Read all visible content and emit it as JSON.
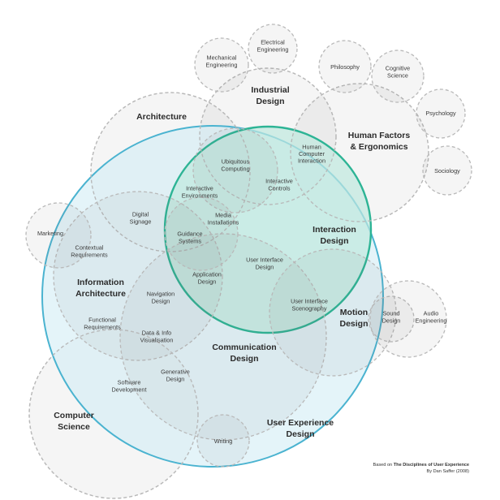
{
  "colors": {
    "ux_stroke": "#4ab3d0",
    "ux_fill": "#cdebf4",
    "ixd_stroke": "#2db495",
    "ixd_fill": "#bfe8de",
    "dashed_stroke": "#b9b9b9"
  },
  "labels": {
    "mechanical": [
      "Mechanical",
      "Engineering"
    ],
    "electrical": [
      "Electrical",
      "Engineering"
    ],
    "philosophy": [
      "Philosophy"
    ],
    "cognitive": [
      "Cognitive",
      "Science"
    ],
    "psychology": [
      "Psychology"
    ],
    "sociology": [
      "Sociology"
    ],
    "industrial": [
      "Industrial",
      "Design"
    ],
    "architecture": [
      "Architecture"
    ],
    "human_factors": [
      "Human Factors",
      "& Ergonomics"
    ],
    "hci": [
      "Human",
      "Computer",
      "Interaction"
    ],
    "ubiquitous": [
      "Ubiquitous",
      "Computing"
    ],
    "interactive_controls": [
      "Interactive",
      "Controls"
    ],
    "interactive_env": [
      "Interactive",
      "Environments"
    ],
    "marketing": [
      "Marketing"
    ],
    "digital_signage": [
      "Digital",
      "Signage"
    ],
    "media_installations": [
      "Media",
      "Installations"
    ],
    "guidance": [
      "Guidance",
      "Systems"
    ],
    "interaction_design": [
      "Interaction",
      "Design"
    ],
    "contextual": [
      "Contextual",
      "Requirements"
    ],
    "ui_design": [
      "User Interface",
      "Design"
    ],
    "application_design": [
      "Application",
      "Design"
    ],
    "information_architecture": [
      "Information",
      "Architecture"
    ],
    "navigation": [
      "Navigation",
      "Design"
    ],
    "ui_scenography": [
      "User Interface",
      "Scenography"
    ],
    "sound": [
      "Sound",
      "Design"
    ],
    "audio": [
      "Audio",
      "Engineering"
    ],
    "functional": [
      "Functional",
      "Requirements"
    ],
    "data_info": [
      "Data & Info",
      "Visualisation"
    ],
    "motion": [
      "Motion",
      "Design"
    ],
    "generative": [
      "Generative",
      "Design"
    ],
    "communication": [
      "Communication",
      "Design"
    ],
    "software": [
      "Software",
      "Development"
    ],
    "computer_science": [
      "Computer",
      "Science"
    ],
    "writing": [
      "Writing"
    ],
    "ux_design": [
      "User Experience",
      "Design"
    ]
  },
  "credit": {
    "prefix": "Based on ",
    "title": "The Disciplines of User Experience",
    "byline": "By Dan Saffer (2008)"
  }
}
